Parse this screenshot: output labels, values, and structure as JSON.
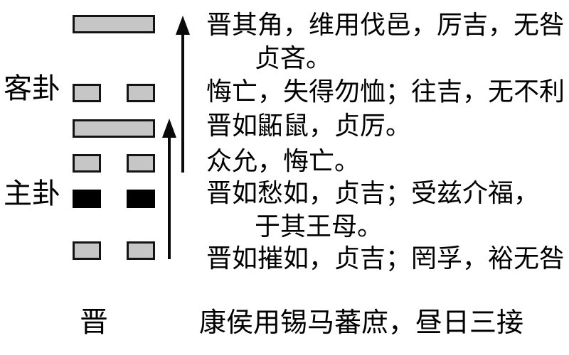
{
  "hexagram": {
    "name": "晋",
    "guest_label": "客卦",
    "host_label": "主卦",
    "lines": [
      {
        "position": 6,
        "type": "yang",
        "color": "gray"
      },
      {
        "position": 5,
        "type": "yin",
        "color": "gray"
      },
      {
        "position": 4,
        "type": "yang",
        "color": "gray"
      },
      {
        "position": 3,
        "type": "yin",
        "color": "gray"
      },
      {
        "position": 2,
        "type": "yin",
        "color": "black"
      },
      {
        "position": 1,
        "type": "yin",
        "color": "gray"
      }
    ]
  },
  "line_texts": [
    {
      "text": "晋其角，维用伐邑，厉吉，无咎",
      "indent": false
    },
    {
      "text": "贞吝。",
      "indent": true
    },
    {
      "text": "悔亡，失得勿恤；往吉，无不利",
      "indent": false
    },
    {
      "text": "晋如鼫鼠，贞厉。",
      "indent": false
    },
    {
      "text": "众允，悔亡。",
      "indent": false
    },
    {
      "text": "晋如愁如，贞吉；受兹介福，",
      "indent": false
    },
    {
      "text": "于其王母。",
      "indent": true
    },
    {
      "text": "晋如摧如，贞吉；罔孚，裕无咎",
      "indent": false
    }
  ],
  "footer": {
    "hexagram_name": "晋",
    "judgment": "康侯用锡马蕃庶，昼日三接"
  },
  "icons": [
    {
      "name": "up-arrow-long",
      "meaning": "ascending arrow spanning upper trigram"
    },
    {
      "name": "up-arrow-short",
      "meaning": "ascending arrow spanning lower trigram"
    }
  ],
  "colors": {
    "background": "#ffffff",
    "text": "#000000",
    "bar_gray": "#c6c6c6",
    "bar_black": "#000000"
  }
}
